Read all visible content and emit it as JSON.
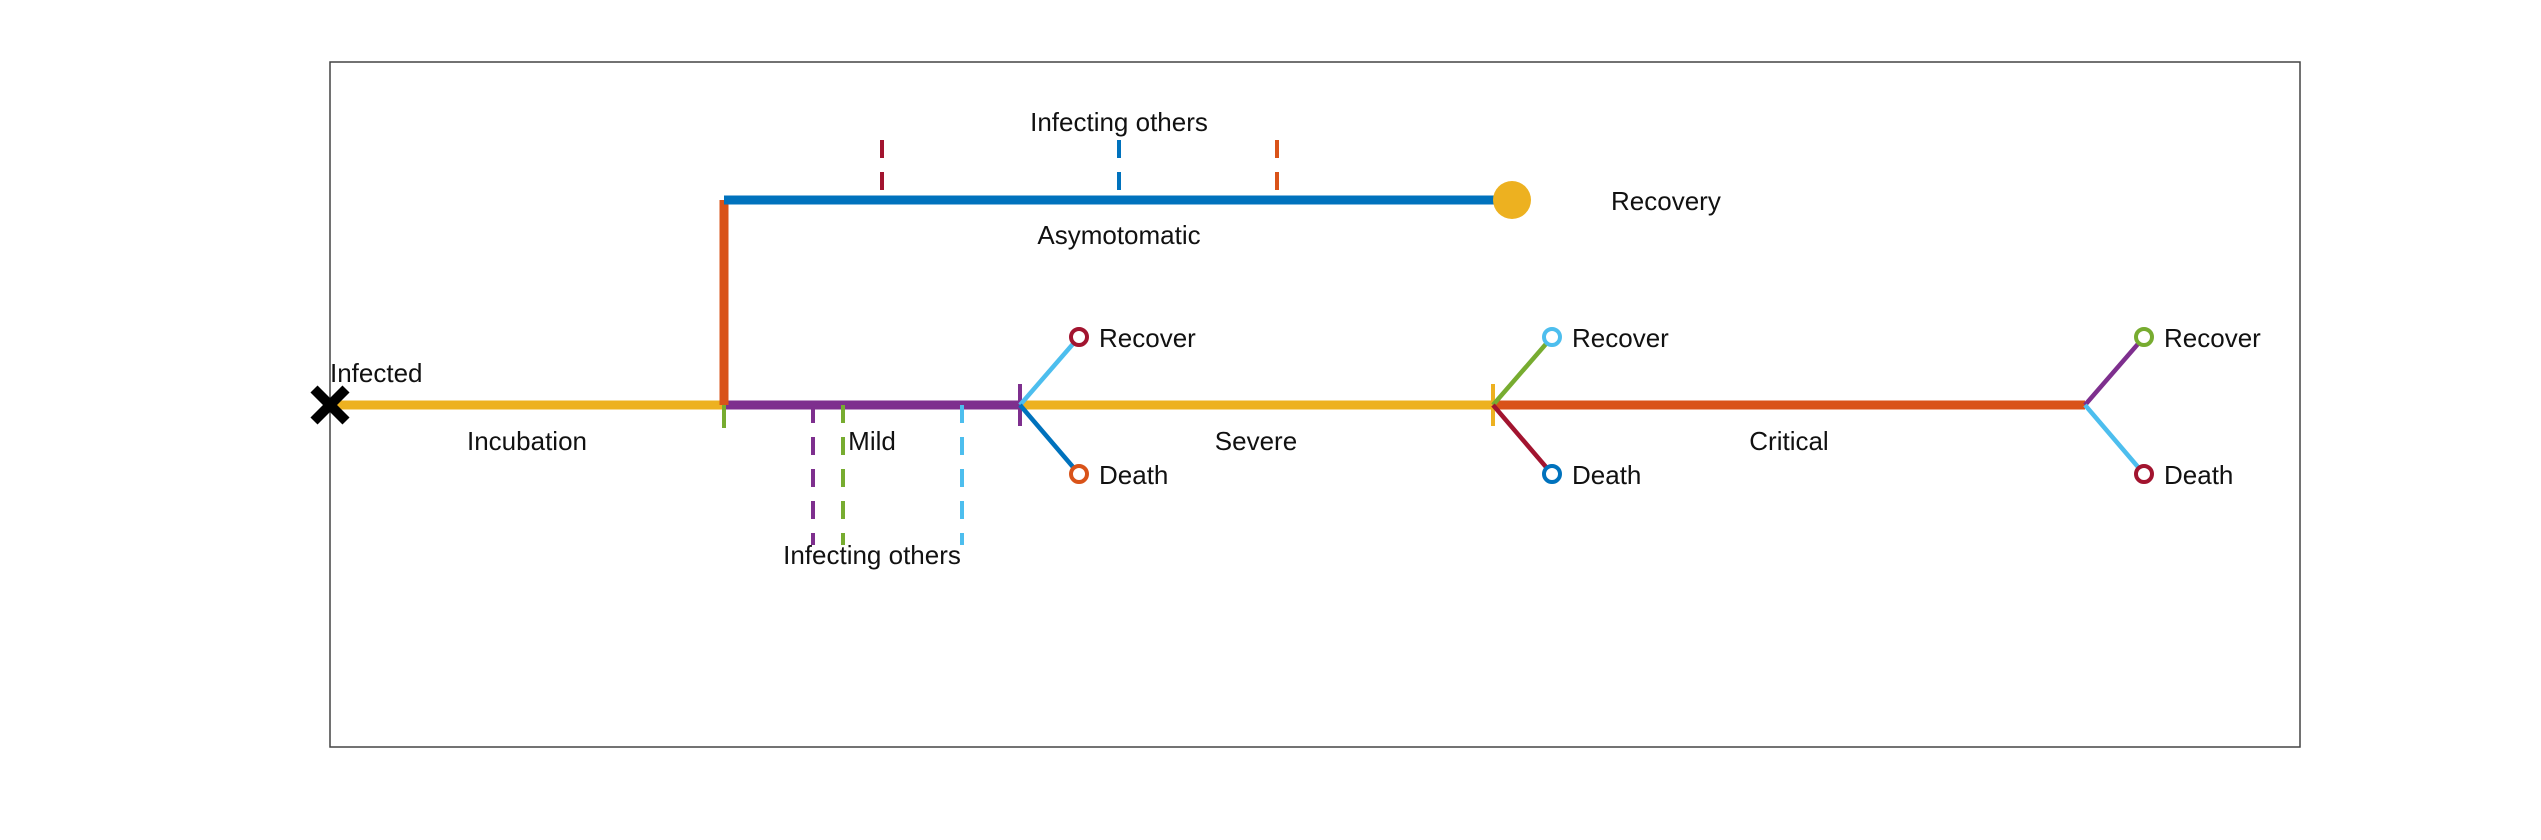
{
  "labels": {
    "infected": "Infected",
    "incubation": "Incubation",
    "mild": "Mild",
    "severe": "Severe",
    "critical": "Critical",
    "asymptomatic": "Asymotomatic",
    "infecting_top": "Infecting others",
    "infecting_bottom": "Infecting others",
    "recovery": "Recovery",
    "mild_recover": "Recover",
    "mild_death": "Death",
    "severe_recover": "Recover",
    "severe_death": "Death",
    "critical_recover": "Recover",
    "critical_death": "Death"
  },
  "colors": {
    "yellow": "#EDB120",
    "orange": "#D95319",
    "blue": "#0072BD",
    "purple": "#7E2F8E",
    "green": "#77AC30",
    "light_blue": "#4DBEEE",
    "dark_red": "#A2142F",
    "black": "#000000",
    "frame": "#444444"
  },
  "icons": {
    "start": "cross-marker-icon",
    "end": "filled-circle-marker-icon",
    "outcome": "hollow-circle-marker-icon"
  }
}
